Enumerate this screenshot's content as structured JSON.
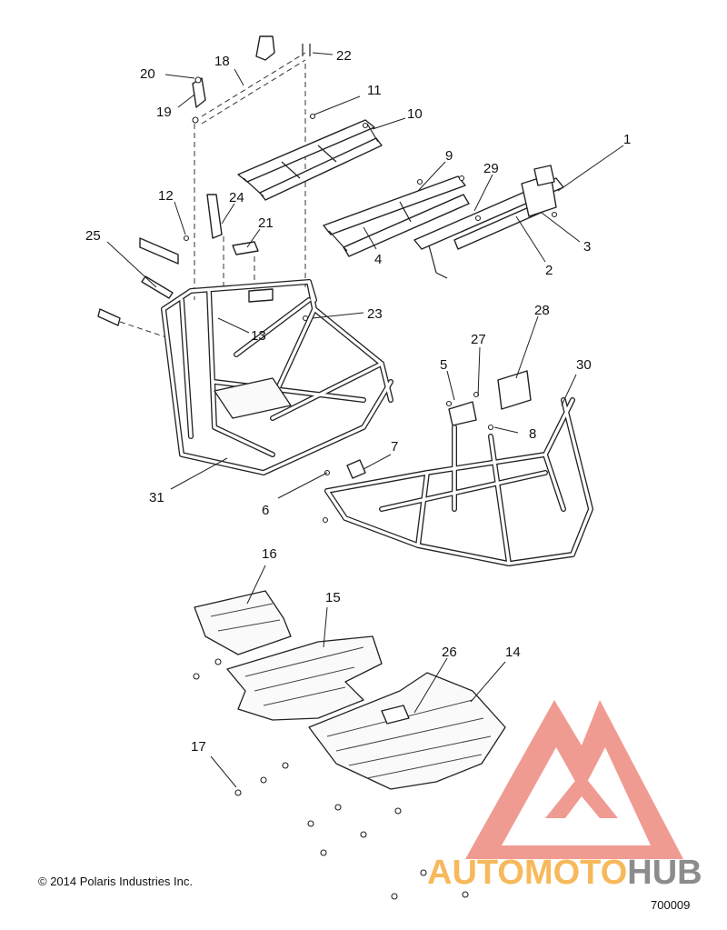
{
  "callouts": [
    {
      "n": "1"
    },
    {
      "n": "2"
    },
    {
      "n": "3"
    },
    {
      "n": "4"
    },
    {
      "n": "5"
    },
    {
      "n": "6"
    },
    {
      "n": "7"
    },
    {
      "n": "8"
    },
    {
      "n": "9"
    },
    {
      "n": "10"
    },
    {
      "n": "11"
    },
    {
      "n": "12"
    },
    {
      "n": "13"
    },
    {
      "n": "14"
    },
    {
      "n": "15"
    },
    {
      "n": "16"
    },
    {
      "n": "17"
    },
    {
      "n": "18"
    },
    {
      "n": "19"
    },
    {
      "n": "20"
    },
    {
      "n": "21"
    },
    {
      "n": "22"
    },
    {
      "n": "23"
    },
    {
      "n": "24"
    },
    {
      "n": "25"
    },
    {
      "n": "26"
    },
    {
      "n": "27"
    },
    {
      "n": "28"
    },
    {
      "n": "29"
    },
    {
      "n": "30"
    },
    {
      "n": "31"
    }
  ],
  "footer": {
    "copyright": "© 2014 Polaris Industries Inc.",
    "code": "700009"
  },
  "watermark": {
    "text_orange": "AUTOMOTO",
    "text_gray": "HUB",
    "color_orange": "#f7b95b",
    "color_gray": "#8c8c8c",
    "color_triangle": "#ee8a80"
  }
}
